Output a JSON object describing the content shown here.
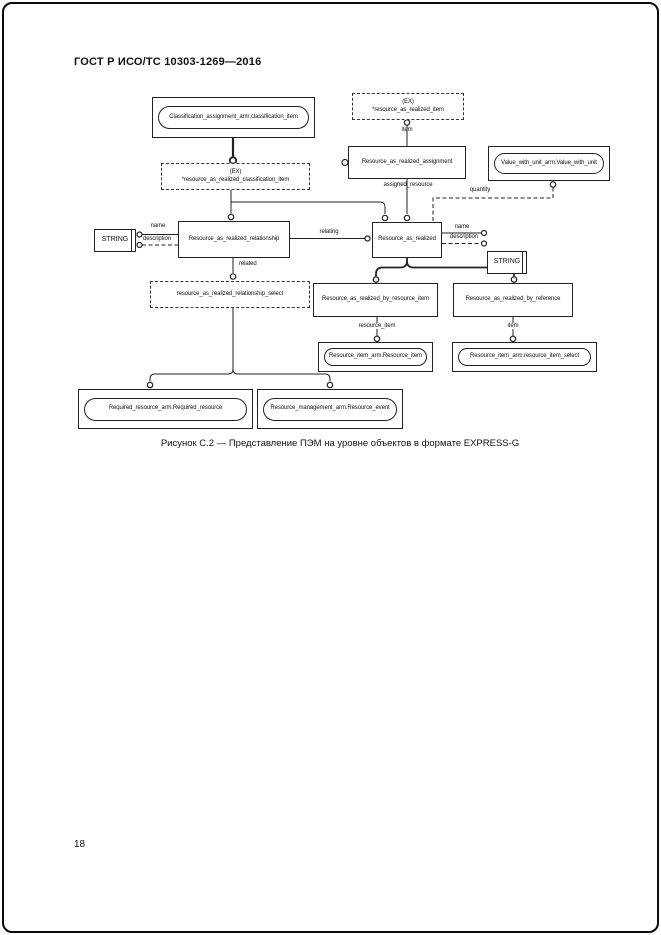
{
  "document": {
    "header": "ГОСТ Р ИСО/ТС 10303-1269—2016",
    "caption": "Рисунок С.2 — Представление ПЭМ на уровне объектов в формате EXPRESS-G",
    "page_number": "18"
  },
  "diagram": {
    "notation": "EXPRESS-G",
    "nodes": {
      "classification_item_ref": "Classification_assignment_arm.classification_item",
      "item_select": {
        "tag": "(EX)",
        "name": "*resource_as_realized_item"
      },
      "classification_select": {
        "tag": "(EX)",
        "name": "*resource_as_realized_classification_item"
      },
      "assignment": "Resource_as_realized_assignment",
      "value_with_unit_ref": "Value_with_unit_arm.Value_with_unit",
      "string_type": "STRING",
      "relationship": "Resource_as_realized_relationship",
      "resource_as_realized": "Resource_as_realized",
      "relationship_select": "resource_as_realized_relationship_select",
      "by_resource_item": "Resource_as_realized_by_resource_item",
      "by_reference": "Resource_as_realized_by_reference",
      "resource_item_ref": "Resource_item_arm.Resource_item",
      "resource_item_select_ref": "Resource_item_arm.resource_item_select",
      "required_resource_ref": "Required_resource_arm.Required_resource",
      "resource_event_ref": "Resource_management_arm.Resource_event"
    },
    "edges": {
      "item": "item",
      "assigned_resource": "assigned_resource",
      "quantity": "quantity",
      "name": "name",
      "description": "description",
      "relating": "relating",
      "related": "related",
      "resource_item": "resource_item"
    }
  }
}
